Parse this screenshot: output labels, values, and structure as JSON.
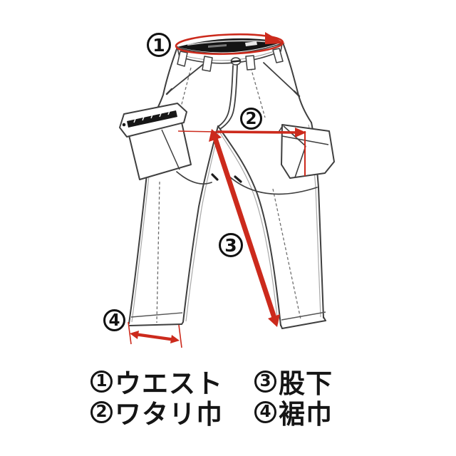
{
  "diagram": {
    "subject": "pants-measurement-diagram",
    "accent_color": "#cc2a1c",
    "line_color": "#3f3f3f",
    "callouts": [
      {
        "num": "1",
        "label": "ウエスト"
      },
      {
        "num": "2",
        "label": "ワタリ巾"
      },
      {
        "num": "3",
        "label": "股下"
      },
      {
        "num": "4",
        "label": "裾巾"
      }
    ]
  },
  "legend": {
    "items": [
      {
        "num": "1",
        "text": "ウエスト"
      },
      {
        "num": "3",
        "text": "股下"
      },
      {
        "num": "2",
        "text": "ワタリ巾"
      },
      {
        "num": "4",
        "text": "裾巾"
      }
    ]
  }
}
